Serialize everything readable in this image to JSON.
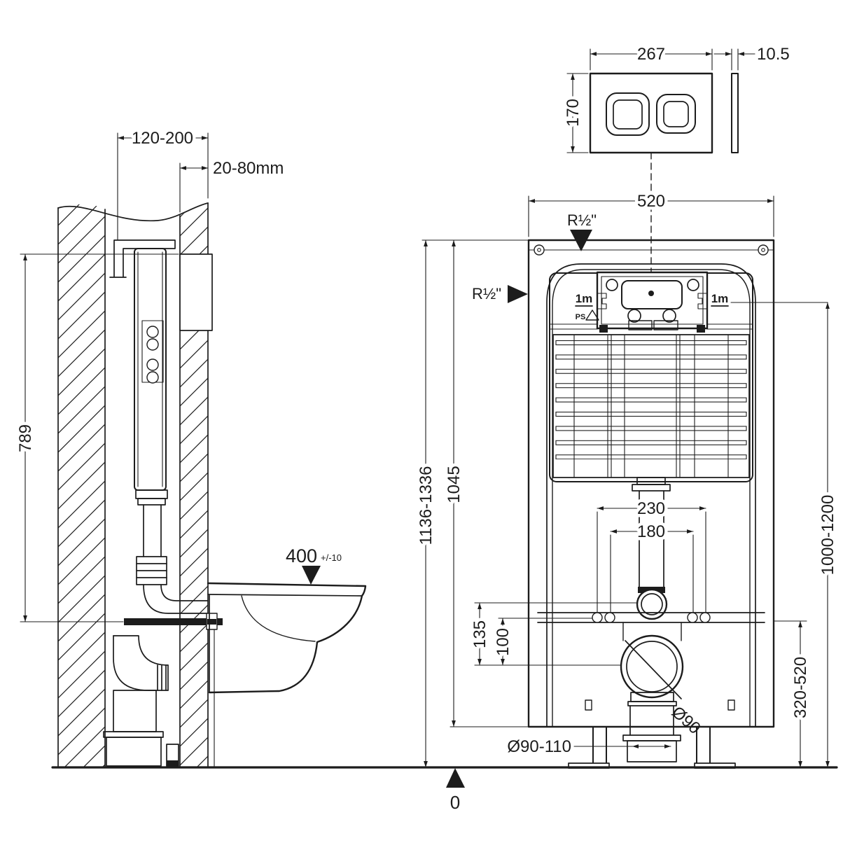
{
  "diagram": {
    "colors": {
      "ink": "#1c1c1c",
      "background": "#ffffff"
    },
    "side_view": {
      "frame_depth": "120-200",
      "finish_thickness": "20-80mm",
      "cistern_height": "789",
      "rim_height": "400",
      "rim_height_tolerance": "+/-10"
    },
    "flush_plate": {
      "width": "267",
      "height": "170",
      "thickness": "10.5"
    },
    "front_view": {
      "frame_width": "520",
      "water_inlet_top": "R½\"",
      "water_inlet_side": "R½\"",
      "supply_left": "1m",
      "supply_left_sub": "PS",
      "supply_right": "1m",
      "flush_pipe_centres": "230",
      "fixing_centres": "180",
      "flush_drop": "135",
      "fixing_drop": "100",
      "waste_diameter": "Ø90",
      "outlet_diameter": "Ø90-110",
      "outlet_height_range": "320-520",
      "supply_height_range": "1000-1200",
      "frame_height_range": "1136-1336",
      "frame_body_height": "1045",
      "floor_level": "0"
    }
  }
}
